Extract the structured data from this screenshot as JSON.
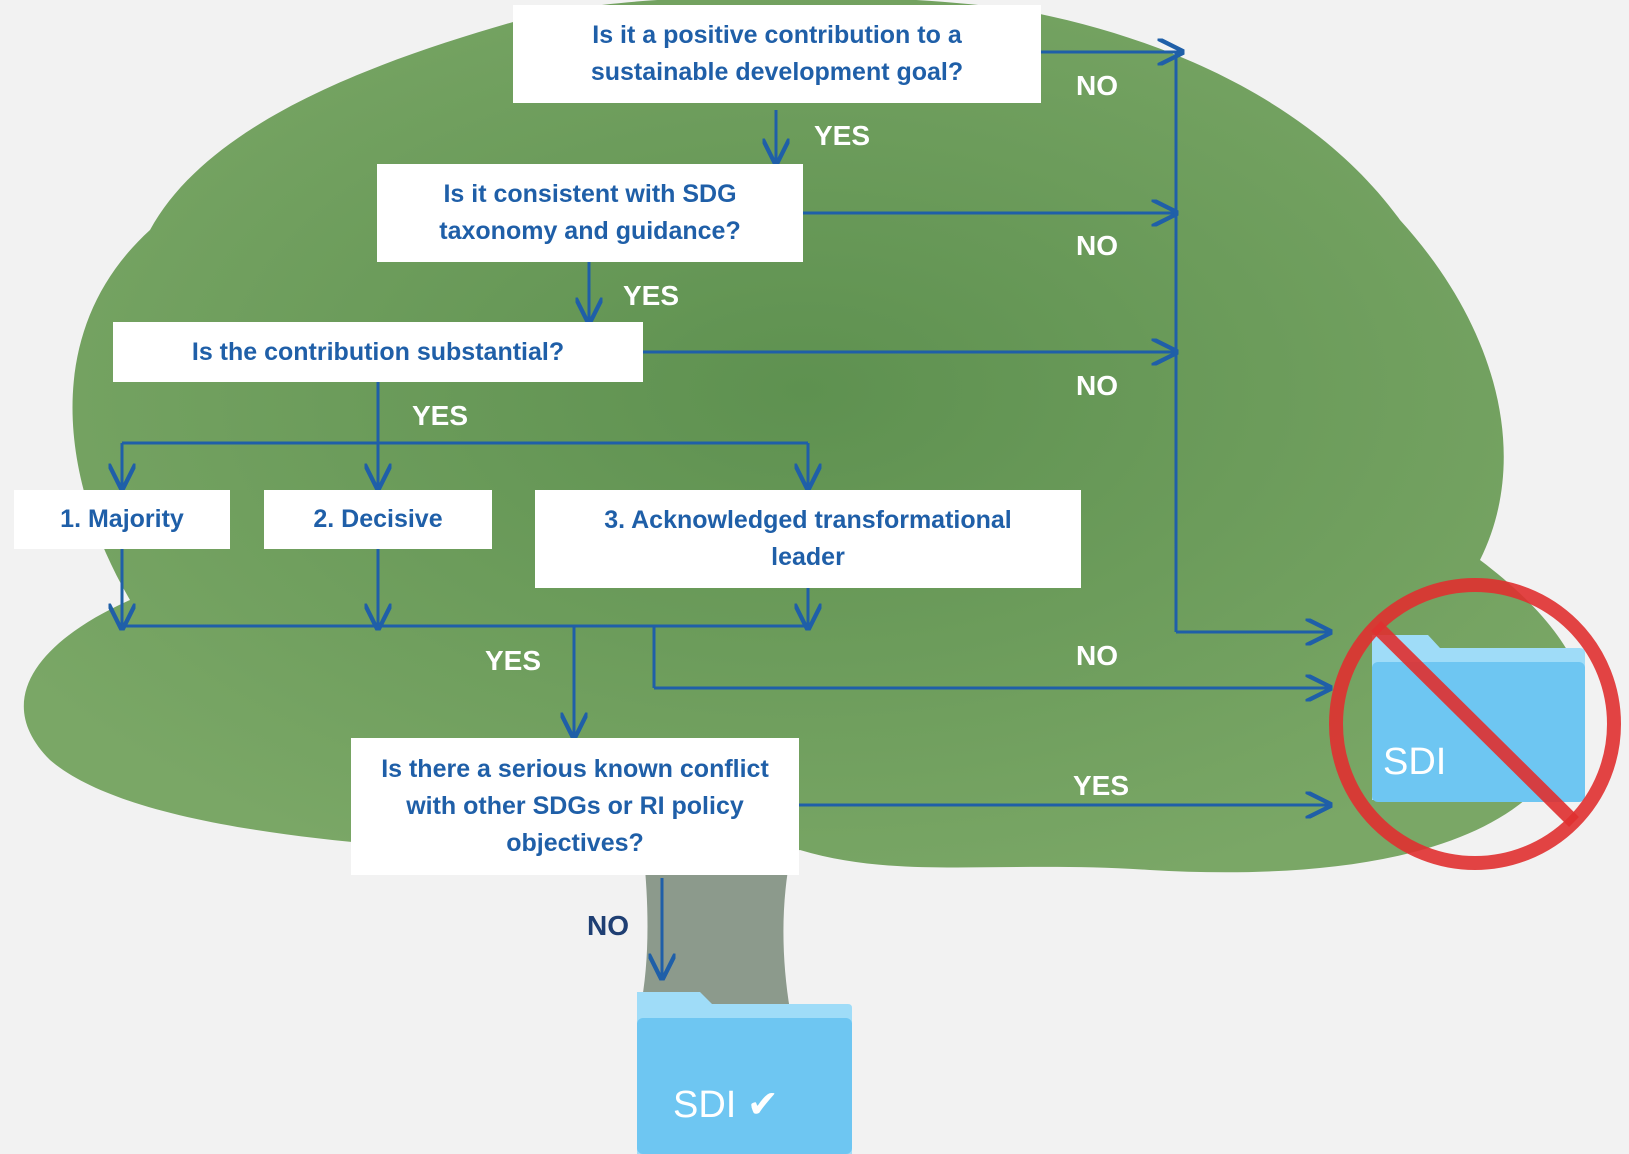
{
  "questions": {
    "q1": "Is it a positive contribution to a sustainable development goal?",
    "q2": "Is it consistent with SDG taxonomy and guidance?",
    "q3": "Is the contribution substantial?",
    "q4": "Is there a serious known conflict with other SDGs or RI policy objectives?"
  },
  "criteria": {
    "c1": "1.   Majority",
    "c2": "2. Decisive",
    "c3": "3. Acknowledged transformational leader"
  },
  "labels": {
    "yes": "YES",
    "no": "NO"
  },
  "folders": {
    "accepted": "SDI ✔",
    "rejected": "SDI"
  },
  "colors": {
    "box_text": "#1f5fa8",
    "arrow": "#1f5fa8",
    "label_text": "#ffffff",
    "no_label_final": "#1f3f73",
    "folder": "#6ec6f2",
    "prohibition": "#e03030"
  },
  "icons": {
    "tree_background": "tree-icon",
    "accepted_folder": "folder-check-icon",
    "rejected_folder": "folder-prohibited-icon"
  }
}
